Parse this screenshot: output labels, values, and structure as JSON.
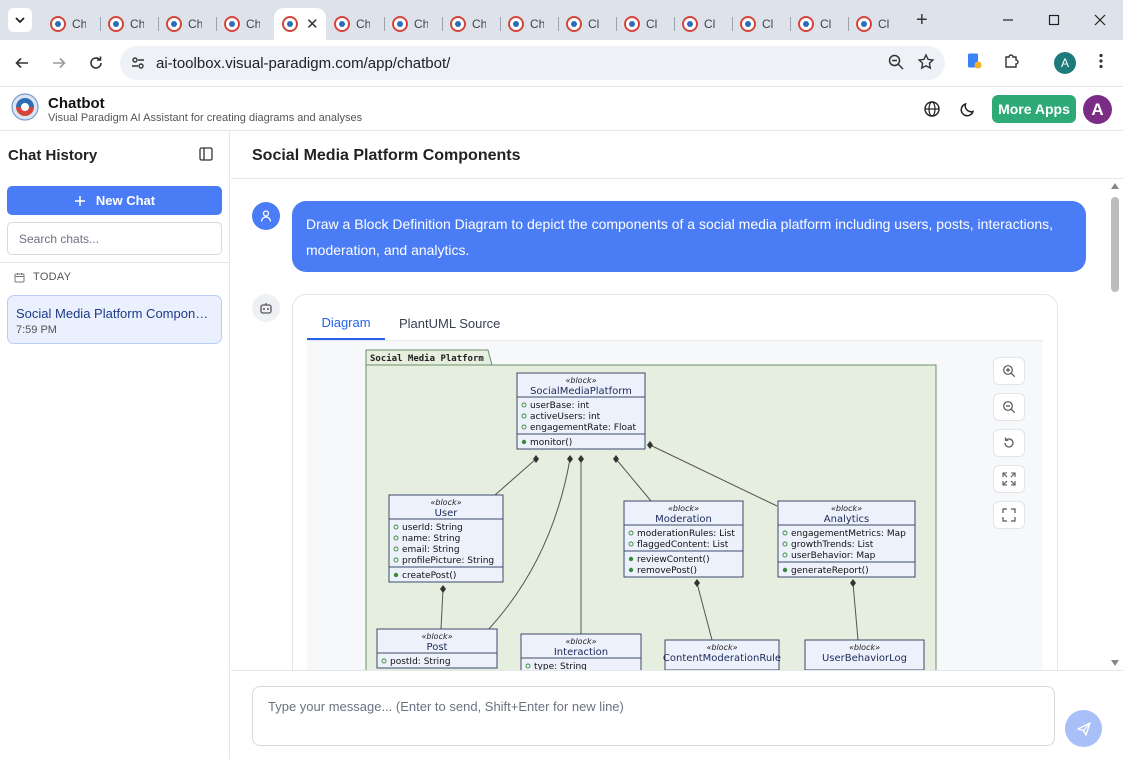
{
  "browser": {
    "tabs": [
      {
        "label": "Ch",
        "active": false
      },
      {
        "label": "Ch",
        "active": false
      },
      {
        "label": "Ch",
        "active": false
      },
      {
        "label": "Ch",
        "active": false
      },
      {
        "label": "",
        "active": true
      },
      {
        "label": "Ch",
        "active": false
      },
      {
        "label": "Ch",
        "active": false
      },
      {
        "label": "Ch",
        "active": false
      },
      {
        "label": "Ch",
        "active": false
      },
      {
        "label": "Cl",
        "active": false
      },
      {
        "label": "Cl",
        "active": false
      },
      {
        "label": "Cl",
        "active": false
      },
      {
        "label": "Cl",
        "active": false
      },
      {
        "label": "Cl",
        "active": false
      },
      {
        "label": "Cl",
        "active": false
      }
    ],
    "url": "ai-toolbox.visual-paradigm.com/app/chatbot/",
    "profile_initial": "A"
  },
  "app": {
    "title": "Chatbot",
    "subtitle": "Visual Paradigm AI Assistant for creating diagrams and analyses",
    "more_apps_label": "More Apps",
    "user_initial": "A",
    "accent_color": "#4a7cf5",
    "more_apps_color": "#2eaa76"
  },
  "sidebar": {
    "title": "Chat History",
    "new_chat_label": "New Chat",
    "search_placeholder": "Search chats...",
    "group_label": "TODAY",
    "chats": [
      {
        "title": "Social Media Platform Components",
        "time": "7:59 PM"
      }
    ]
  },
  "main": {
    "title": "Social Media Platform Components",
    "user_message": "Draw a Block Definition Diagram to depict the components of a social media platform including users, posts, interactions, moderation, and analytics.",
    "tabs": {
      "diagram": "Diagram",
      "source": "PlantUML Source"
    },
    "composer_placeholder": "Type your message... (Enter to send, Shift+Enter for new line)"
  },
  "diagram": {
    "package_label": "Social Media Platform",
    "stereotype": "«block»",
    "blocks": {
      "platform": {
        "name": "SocialMediaPlatform",
        "attrs": [
          "userBase: int",
          "activeUsers: int",
          "engagementRate: Float"
        ],
        "ops": [
          "monitor()"
        ]
      },
      "user": {
        "name": "User",
        "attrs": [
          "userId: String",
          "name: String",
          "email: String",
          "profilePicture: String"
        ],
        "ops": [
          "createPost()"
        ]
      },
      "moderation": {
        "name": "Moderation",
        "attrs": [
          "moderationRules: List",
          "flaggedContent: List"
        ],
        "ops": [
          "reviewContent()",
          "removePost()"
        ]
      },
      "analytics": {
        "name": "Analytics",
        "attrs": [
          "engagementMetrics: Map",
          "growthTrends: List",
          "userBehavior: Map"
        ],
        "ops": [
          "generateReport()"
        ]
      },
      "post": {
        "name": "Post",
        "attrs": [
          "postId: String"
        ],
        "ops": []
      },
      "interaction": {
        "name": "Interaction",
        "attrs": [
          "type: String"
        ],
        "ops": []
      },
      "contentrule": {
        "name": "ContentModerationRule",
        "attrs": [],
        "ops": []
      },
      "behaviorlog": {
        "name": "UserBehaviorLog",
        "attrs": [],
        "ops": []
      }
    }
  }
}
